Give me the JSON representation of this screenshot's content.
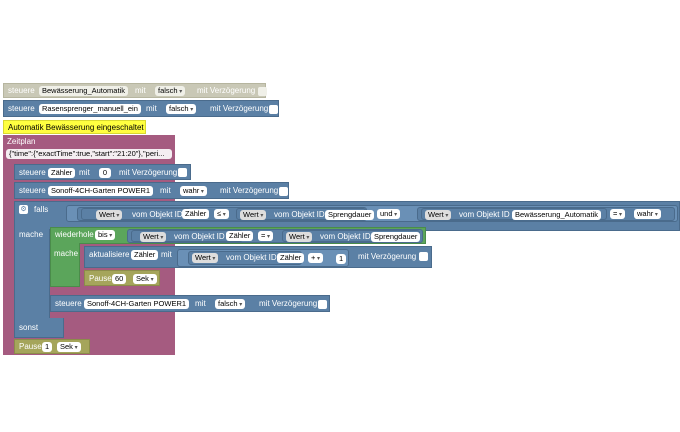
{
  "blocks": {
    "b1": {
      "prefix": "steuere",
      "object": "Bewässerung_Automatik",
      "mit": "mit",
      "value": "falsch",
      "delay": "mit Verzögerung"
    },
    "b2": {
      "prefix": "steuere",
      "object": "Rasensprenger_manuell_ein",
      "mit": "mit",
      "value": "falsch",
      "delay": "mit Verzögerung"
    },
    "b3": {
      "text": "Automatik Bewässerung eingeschaltet"
    },
    "zeitplan": {
      "label": "Zeitplan",
      "json": "{\"time\":{\"exactTime\":true,\"start\":\"21:20\"},\"peri..."
    },
    "b4": {
      "prefix": "steuere",
      "object": "Zähler",
      "mit": "mit",
      "value": "0",
      "delay": "mit Verzögerung"
    },
    "b5": {
      "prefix": "steuere",
      "object": "Sonoff-4CH-Garten POWER1",
      "mit": "mit",
      "value": "wahr",
      "delay": "mit Verzögerung"
    },
    "falls": {
      "label": "falls",
      "w1": "Wert",
      "vom1": "vom Objekt ID",
      "obj1": "Zähler",
      "op1": "≤",
      "w2": "Wert",
      "vom2": "vom Objekt ID",
      "obj2": "Sprengdauer",
      "und": "und",
      "w3": "Wert",
      "vom3": "vom Objekt ID",
      "obj3": "Bewässerung_Automatik",
      "op3": "=",
      "val3": "wahr"
    },
    "mache": {
      "label": "mache"
    },
    "wiederhole": {
      "label": "wiederhole",
      "mode": "bis",
      "w1": "Wert",
      "vom1": "vom Objekt ID",
      "obj1": "Zähler",
      "op": "=",
      "w2": "Wert",
      "vom2": "vom Objekt ID",
      "obj2": "Sprengdauer"
    },
    "mache2": {
      "label": "mache"
    },
    "aktualisiere": {
      "label": "aktualisiere",
      "object": "Zähler",
      "mit": "mit",
      "w": "Wert",
      "vom": "vom Objekt ID",
      "obj": "Zähler",
      "op": "+",
      "num": "1",
      "delay": "mit Verzögerung"
    },
    "pause1": {
      "label": "Pause",
      "value": "60",
      "unit": "Sek"
    },
    "b6": {
      "prefix": "steuere",
      "object": "Sonoff-4CH-Garten POWER1",
      "mit": "mit",
      "value": "falsch",
      "delay": "mit Verzögerung"
    },
    "sonst": {
      "label": "sonst"
    },
    "pause2": {
      "label": "Pause",
      "value": "1",
      "unit": "Sek"
    }
  },
  "colors": {
    "control": "#5b80a5",
    "schedule": "#a55b80",
    "loop": "#5ba55b",
    "timer": "#a5a55b",
    "debug": "#ffff40"
  }
}
